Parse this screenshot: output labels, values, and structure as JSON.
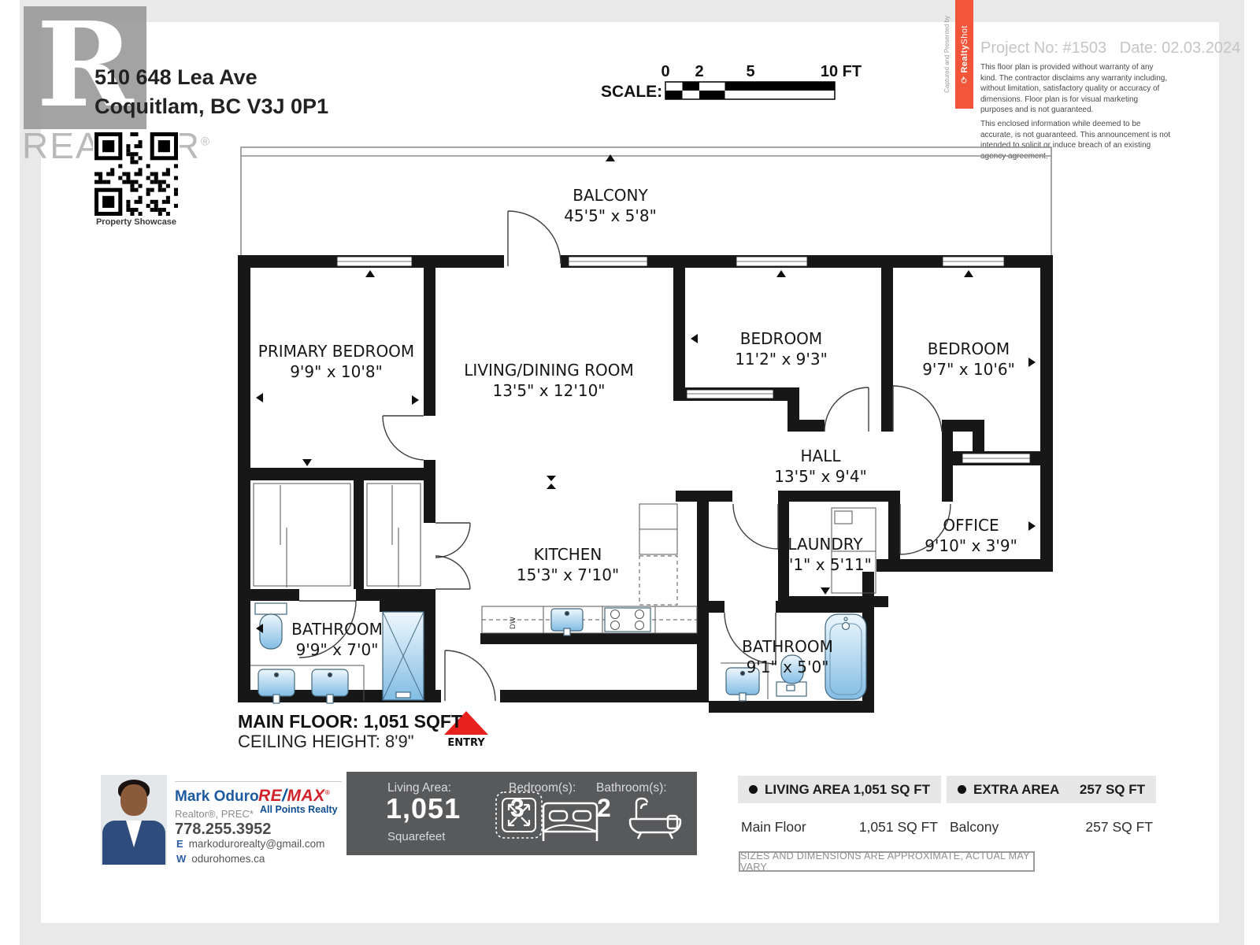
{
  "header": {
    "address_line1": "510 648 Lea Ave",
    "address_line2": "Coquitlam, BC V3J 0P1",
    "realtor_letter": "R",
    "realtor_wordmark": "REALTOR",
    "realtor_reg": "®",
    "qr_caption": "Property Showcase",
    "scale_label": "SCALE:",
    "scale_ticks": [
      "0",
      "2",
      "5",
      "10 FT"
    ],
    "captured_by": "Captured and Presented by",
    "brand_realty": "Realty",
    "brand_shot": "Shot",
    "project_line": "Project No: #1503   Date: 02.03.2024",
    "disclaimer_1": "This floor plan is provided without warranty of any kind. The contractor disclaims any warranty including, without limitation, satisfactory quality or accuracy of dimensions. Floor plan is for visual marketing purposes and is not guaranteed.",
    "disclaimer_2": "This enclosed information while deemed to be accurate, is not guaranteed. This announcement is not intended to solicit or induce breach of an existing agency agreement."
  },
  "plan": {
    "rooms": {
      "balcony": {
        "name": "BALCONY",
        "dims": "45'5\" x 5'8\""
      },
      "primary": {
        "name": "PRIMARY BEDROOM",
        "dims": "9'9\" x 10'8\""
      },
      "living": {
        "name": "LIVING/DINING ROOM",
        "dims": "13'5\" x 12'10\""
      },
      "bedroom_mid": {
        "name": "BEDROOM",
        "dims": "11'2\" x 9'3\""
      },
      "bedroom_right": {
        "name": "BEDROOM",
        "dims": "9'7\" x 10'6\""
      },
      "hall": {
        "name": "HALL",
        "dims": "13'5\" x 9'4\""
      },
      "kitchen": {
        "name": "KITCHEN",
        "dims": "15'3\" x 7'10\""
      },
      "laundry": {
        "name": "LAUNDRY",
        "dims": "5'1\" x 5'11\""
      },
      "office": {
        "name": "OFFICE",
        "dims": "9'10\" x 3'9\""
      },
      "bathroom_left": {
        "name": "BATHROOM",
        "dims": "9'9\" x 7'0\""
      },
      "bathroom_right": {
        "name": "BATHROOM",
        "dims": "9'1\" x 5'0\""
      }
    },
    "dw_label": "DW",
    "entry_label": "ENTRY",
    "main_floor_line": "MAIN FLOOR: 1,051 SQFT",
    "ceiling_line": "CEILING HEIGHT: 8'9\""
  },
  "agent": {
    "name": "Mark Oduro",
    "title": "Realtor®, PREC*",
    "phone": "778.255.3952",
    "email_label": "E",
    "email": "markodurorealty@gmail.com",
    "web_label": "W",
    "web": "odurohomes.ca",
    "brand_re": "RE",
    "brand_slash": "/",
    "brand_max": "MAX",
    "brand_sub": "All Points Realty"
  },
  "stats": {
    "living_label": "Living Area:",
    "living_value": "1,051",
    "living_unit": "Squarefeet",
    "bed_label": "Bedroom(s):",
    "bed_value": "3",
    "bath_label": "Bathroom(s):",
    "bath_value": "2"
  },
  "summary": {
    "living": {
      "title": "LIVING AREA",
      "total": "1,051 SQ FT",
      "row_label": "Main Floor",
      "row_value": "1,051 SQ FT"
    },
    "extra": {
      "title": "EXTRA AREA",
      "total": "257 SQ FT",
      "row_label": "Balcony",
      "row_value": "257 SQ FT"
    },
    "note": "SIZES AND DIMENSIONS ARE APPROXIMATE, ACTUAL MAY VARY"
  }
}
